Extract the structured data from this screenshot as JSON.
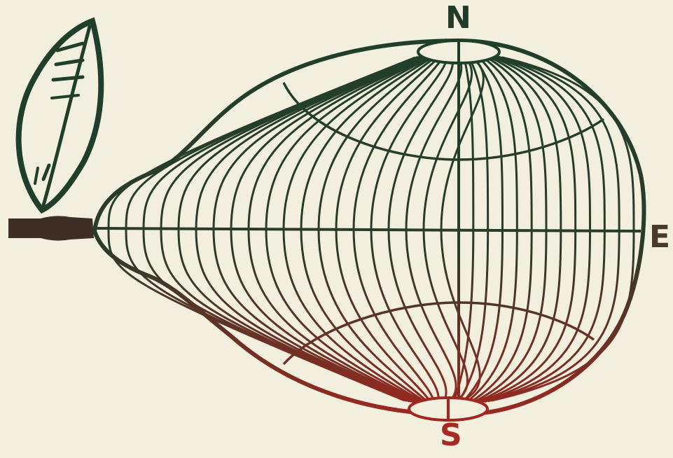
{
  "labels": {
    "north": "N",
    "east": "E",
    "south": "S"
  },
  "colors": {
    "background": "#f3efdf",
    "ink_top": "#1f3f2a",
    "ink_bottom": "#a4271f",
    "stem": "#3e2e26"
  }
}
